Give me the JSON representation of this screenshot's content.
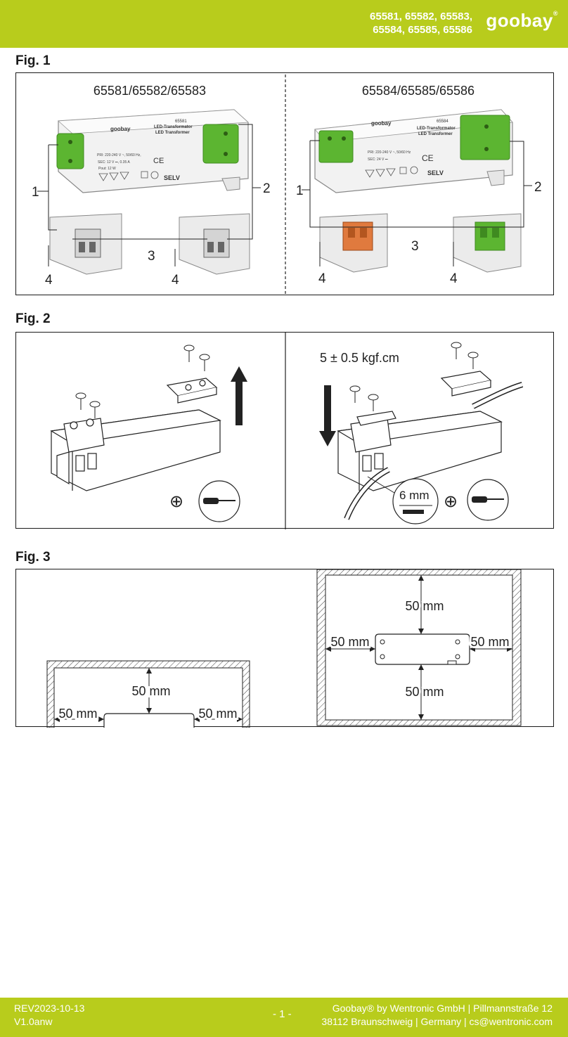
{
  "header": {
    "models_line1": "65581, 65582, 65583,",
    "models_line2": "65584, 65585, 65586",
    "brand": "goobay",
    "brand_mark": "®"
  },
  "fig1": {
    "label": "Fig. 1",
    "left_title": "65581/65582/65583",
    "right_title": "65584/65585/65586",
    "callouts": [
      "1",
      "2",
      "3",
      "4"
    ],
    "device_left": {
      "model": "65581",
      "type_de": "LED-Transformator",
      "type_en": "LED Transformer",
      "input": "PRI: 220-240 V ~, 50/60 Hz,",
      "output": "SEC: 12 V ⎓, 0.35 A",
      "power": "Pout: 12 W",
      "selv": "SELV",
      "ce": "CE"
    },
    "device_right": {
      "model": "65584",
      "type_de": "LED-Transformator",
      "type_en": "LED Transformer",
      "input": "PRI: 220-240 V ~, 50/60 Hz",
      "output": "SEC: 24 V ⎓",
      "selv": "SELV",
      "ce": "CE"
    }
  },
  "fig2": {
    "label": "Fig. 2",
    "torque": "5 ± 0.5 kgf.cm",
    "strip_length": "6 mm",
    "screw_type_symbol": "⊕"
  },
  "fig3": {
    "label": "Fig. 3",
    "clearance_top": "50 mm",
    "clearance_left": "50 mm",
    "clearance_right": "50 mm",
    "clearance_bottom": "50 mm"
  },
  "footer": {
    "revision": "REV2023-10-13",
    "version": "V1.0anw",
    "page": "- 1 -",
    "company_line1": "Goobay® by Wentronic GmbH | Pillmannstraße 12",
    "company_line2": "38112 Braunschweig | Germany | cs@wentronic.com"
  },
  "colors": {
    "accent": "#b8cc1c",
    "terminal_green": "#5cb531",
    "terminal_orange": "#e07a3e"
  }
}
